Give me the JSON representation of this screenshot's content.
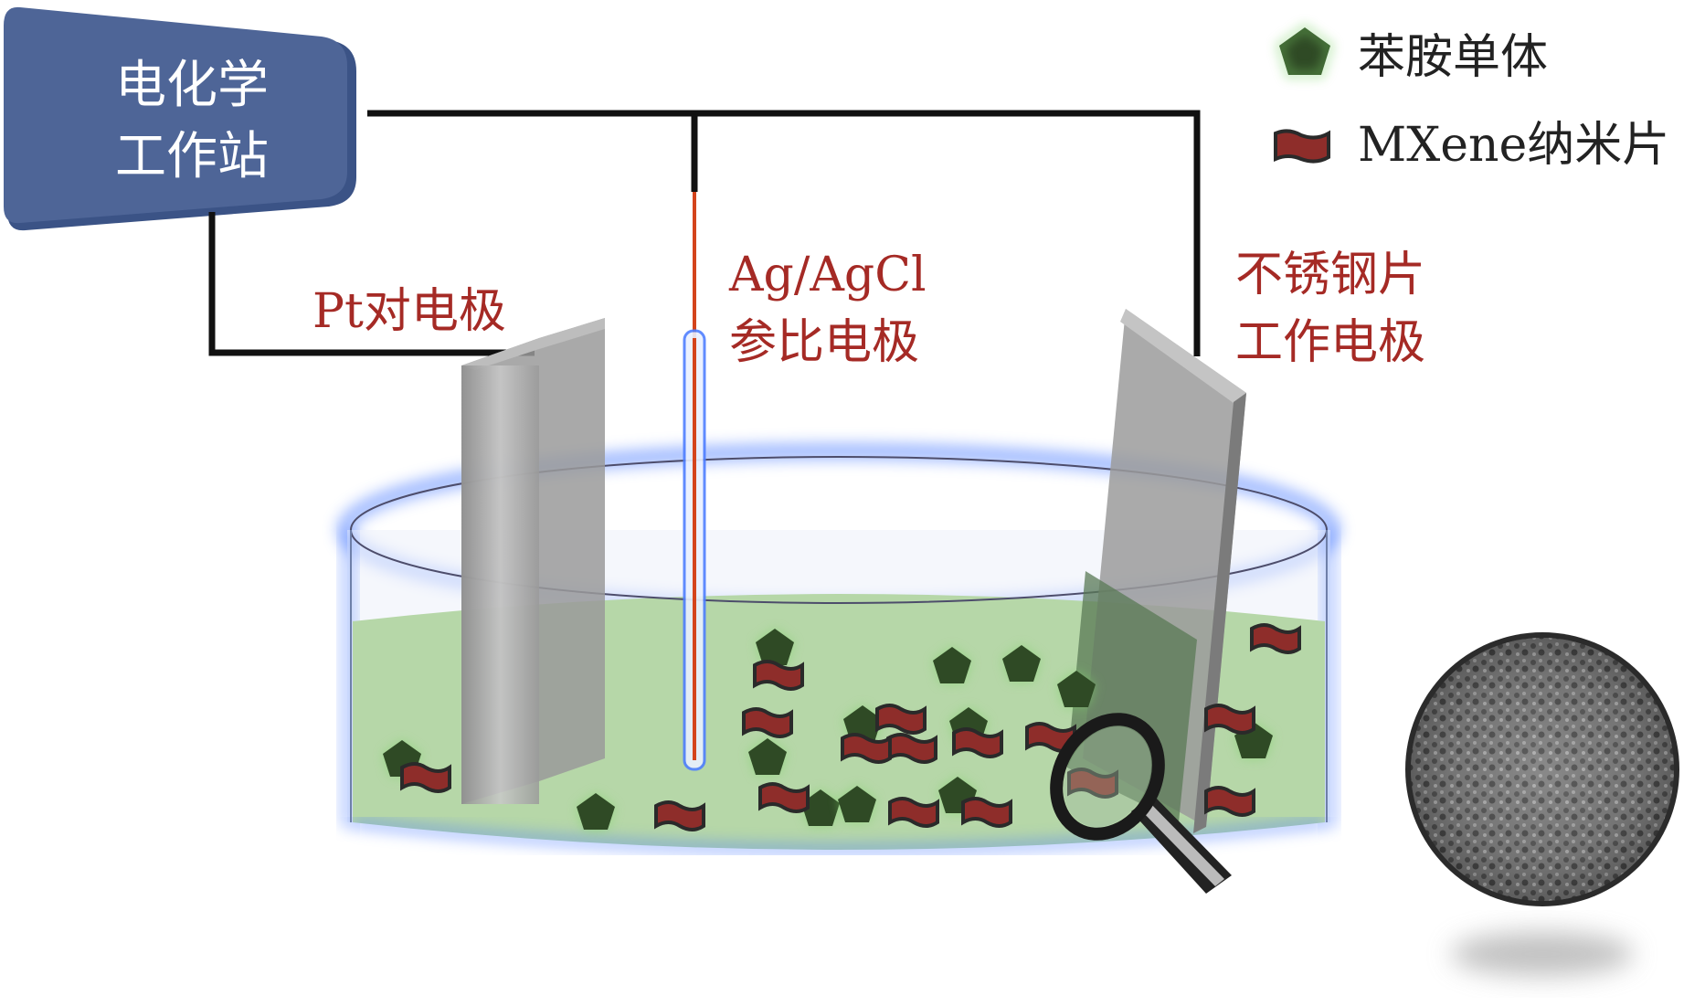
{
  "station": {
    "line1": "电化学",
    "line2": "工作站"
  },
  "counter_electrode": {
    "label": "Pt对电极"
  },
  "reference_electrode": {
    "line1": "Ag/AgCl",
    "line2": "参比电极"
  },
  "working_electrode": {
    "line1": "不锈钢片",
    "line2": "工作电极"
  },
  "legend": {
    "items": [
      {
        "label": "苯胺单体",
        "icon": "pentagon-icon",
        "color": "#2f4a25"
      },
      {
        "label": "MXene纳米片",
        "icon": "nanosheet-icon",
        "color": "#8e2d2a"
      }
    ]
  },
  "colors": {
    "station_box": "#4e6597",
    "wire": "#111111",
    "solution": "#b6d7a8",
    "beaker_rim": "#3d6ee0",
    "label_red": "#a52a25",
    "monomer": "#2f4a25",
    "nanosheet": "#8e2d2a"
  }
}
